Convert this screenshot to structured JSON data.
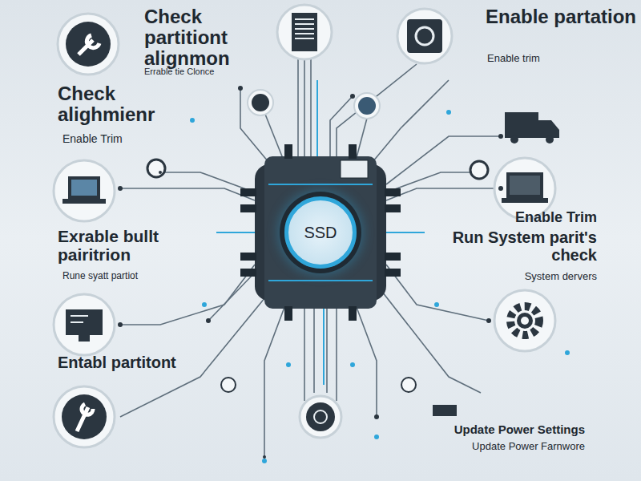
{
  "diagram": {
    "nodes": [
      {
        "text": [
          "SSD"
        ]
      }
    ],
    "labels": [
      "Check partitiont alignmon",
      "Errable tie Clonce",
      "Check alighmienr",
      "Enable Trim",
      "Exrable bullt pairitrion",
      "Rune syatt partiot",
      "Entabl partitont",
      "Enable partation",
      "Enable trim",
      "Enable Trim",
      "Run System parit's check",
      "System dervers",
      "Update Power Settings",
      "Update Power Farnwore"
    ]
  }
}
